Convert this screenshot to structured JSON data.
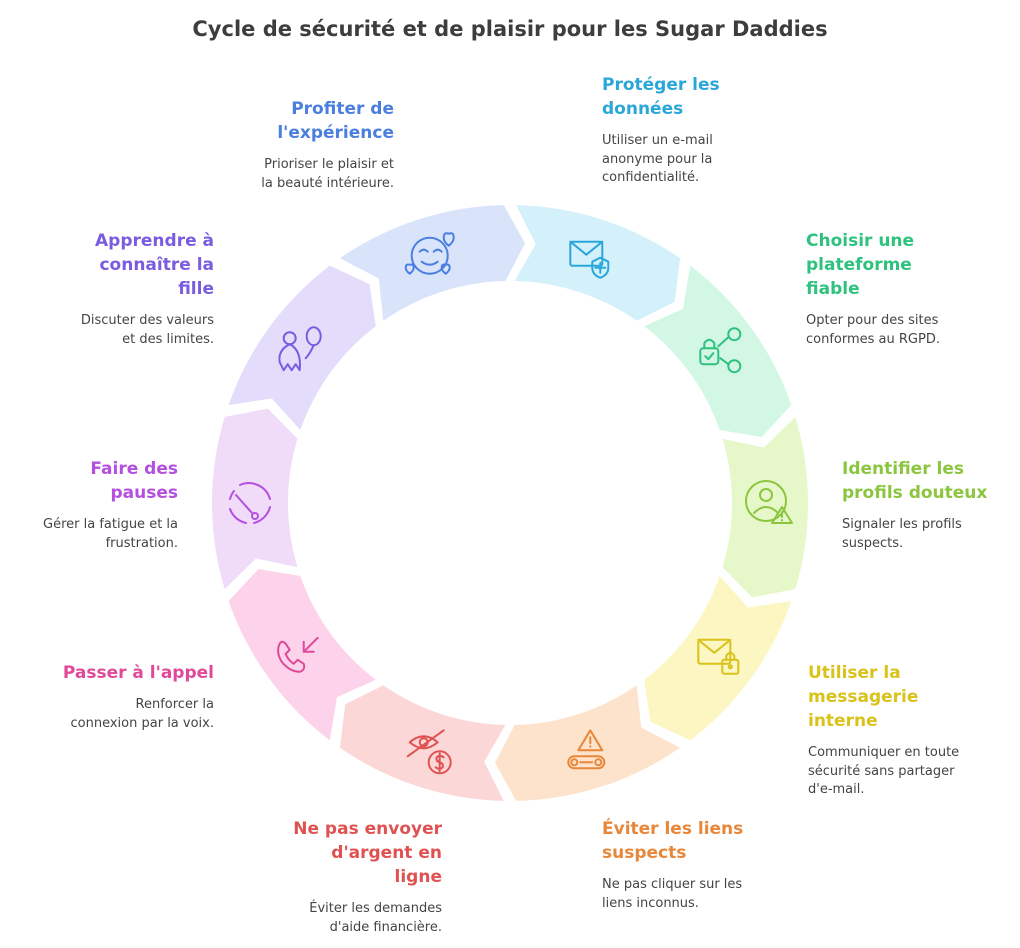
{
  "title": "Cycle de sécurité et de plaisir pour les Sugar Daddies",
  "steps": [
    {
      "heading": "Protéger les\ndonnées",
      "description": "Utiliser un e-mail\nanonyme pour la\nconfidentialité.",
      "icon": "email-shield-icon",
      "color": "#2aa7d9",
      "fill": "#d3f0fb"
    },
    {
      "heading": "Choisir une\nplateforme\nfiable",
      "description": "Opter pour des sites\nconformes au RGPD.",
      "icon": "lock-network-icon",
      "color": "#2ec27e",
      "fill": "#d2f7e5"
    },
    {
      "heading": "Identifier les\nprofils douteux",
      "description": "Signaler les profils\nsuspects.",
      "icon": "user-warning-icon",
      "color": "#8cc63f",
      "fill": "#e6f8c9"
    },
    {
      "heading": "Utiliser la\nmessagerie\ninterne",
      "description": "Communiquer en toute\nsécurité sans partager\nd'e-mail.",
      "icon": "email-lock-icon",
      "color": "#d9c21a",
      "fill": "#fbf6c2"
    },
    {
      "heading": "Éviter les liens\nsuspects",
      "description": "Ne pas cliquer sur les\nliens inconnus.",
      "icon": "link-warning-icon",
      "color": "#e8873a",
      "fill": "#fde3cc"
    },
    {
      "heading": "Ne pas envoyer\nd'argent en\nligne",
      "description": "Éviter les demandes\nd'aide financière.",
      "icon": "no-money-icon",
      "color": "#e05252",
      "fill": "#fcd7d7"
    },
    {
      "heading": "Passer à l'appel",
      "description": "Renforcer la\nconnexion par la voix.",
      "icon": "phone-call-icon",
      "color": "#e0489a",
      "fill": "#fcd3ea"
    },
    {
      "heading": "Faire des\npauses",
      "description": "Gérer la fatigue et la\nfrustration.",
      "icon": "timer-pause-icon",
      "color": "#b44fe0",
      "fill": "#f0dcf9"
    },
    {
      "heading": "Apprendre à\nconnaître la\nfille",
      "description": "Discuter des valeurs\net des limites.",
      "icon": "person-balloon-icon",
      "color": "#7a5ce0",
      "fill": "#e3dcfb"
    },
    {
      "heading": "Profiter de\nl'expérience",
      "description": "Prioriser le plaisir et\nla beauté intérieure.",
      "icon": "happy-face-hearts-icon",
      "color": "#4a7fe0",
      "fill": "#d9e4fb"
    }
  ]
}
